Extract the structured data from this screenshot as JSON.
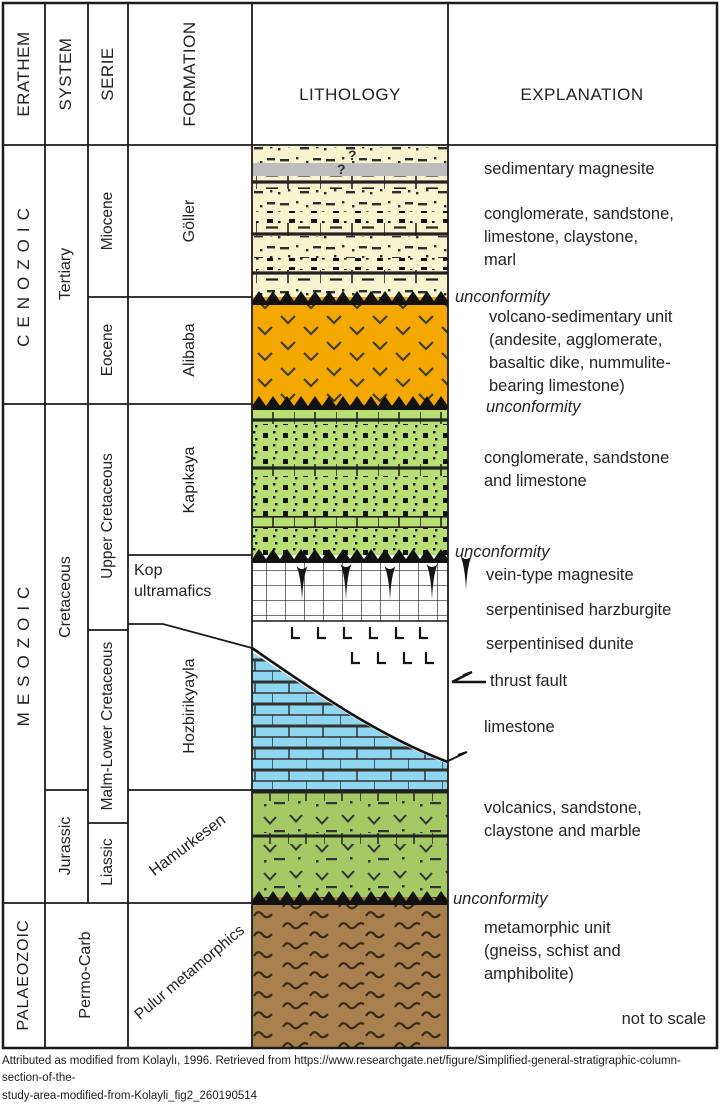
{
  "table": {
    "headers": {
      "erathem": "ERATHEM",
      "system": "SYSTEM",
      "serie": "SERIE",
      "formation": "FORMATION",
      "lithology": "LITHOLOGY",
      "explanation": "EXPLANATION"
    }
  },
  "erathem": {
    "cenozoic": "CENOZOIC",
    "mesozoic": "MESOZOIC",
    "palaeozoic": "PALAEOZOIC"
  },
  "system": {
    "tertiary": "Tertiary",
    "cretaceous": "Cretaceous",
    "jurassic": "Jurassic",
    "permo_carb": "Permo-Carb"
  },
  "serie": {
    "miocene": "Miocene",
    "eocene": "Eocene",
    "upper_cretaceous": "Upper Cretaceous",
    "malm_lower_cretaceous": "Malm-Lower Cretaceous",
    "liassic": "Liassic"
  },
  "formation": {
    "goller": "Göller",
    "alibaba": "Alibaba",
    "kapikaya": "Kapıkaya",
    "kop_ultramafics": "Kop\nultramafics",
    "hozbirikyayla": "Hozbirikyayla",
    "hamurkesen": "Hamurkesen",
    "pulur": "Pulur metamorphics"
  },
  "lithology_annotations": {
    "question_upper": "?",
    "question_lower": "?"
  },
  "explanation": {
    "sedimentary_magnesite": "sedimentary magnesite",
    "goller_desc": "conglomerate, sandstone,\nlimestone, claystone,\nmarl",
    "unconformity": "unconformity",
    "alibaba_desc": "volcano-sedimentary unit\n(andesite, agglomerate,\nbasaltic dike, nummulite-\nbearing limestone)",
    "kapikaya_desc": "conglomerate, sandstone\nand limestone",
    "vein_magnesite": "vein-type magnesite",
    "harzburgite": "serpentinised harzburgite",
    "dunite": "serpentinised dunite",
    "thrust_fault": "thrust fault",
    "limestone": "limestone",
    "hamurkesen_desc": "volcanics, sandstone,\nclaystone and marble",
    "metamorphic_desc": "metamorphic unit\n(gneiss, schist and\namphibolite)",
    "not_to_scale": "not to scale"
  },
  "attribution": "Attributed as modified from Kolaylı, 1996. Retrieved from https://www.researchgate.net/figure/Simplified-general-stratigraphic-column-section-of-the-\nstudy-area-modified-from-Kolayli_fig2_260190514",
  "colors": {
    "goller_cream": "#F8F4D0",
    "gray_band": "#BDBDBD",
    "alibaba_orange": "#F5A802",
    "kapikaya_green": "#B9DF74",
    "kop_white": "#FFFFFF",
    "limestone_blue": "#8FD7F0",
    "hamurkesen_green": "#A5C964",
    "pulur_brown": "#A9814F",
    "line_black": "#1B1B1B"
  }
}
